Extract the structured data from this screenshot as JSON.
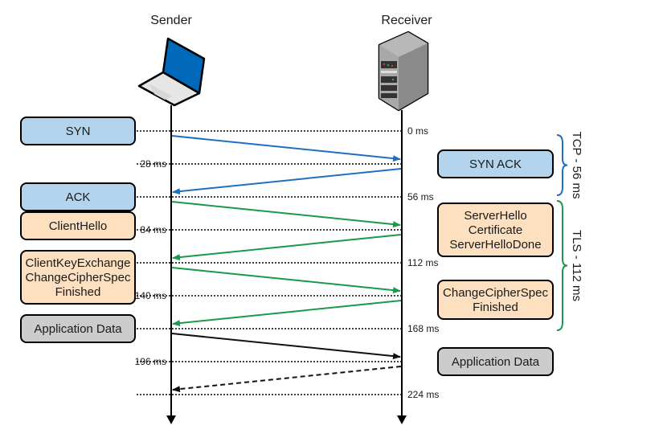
{
  "participants": {
    "sender": {
      "label": "Sender",
      "icon": "laptop-icon"
    },
    "receiver": {
      "label": "Receiver",
      "icon": "server-icon"
    }
  },
  "colors": {
    "tcp": "#1f6fc0",
    "tls": "#1a9a4a",
    "app": "#111111",
    "tcp_box": "#b3d4ec",
    "tls_box": "#fce0bf",
    "app_box": "#cccccc",
    "laptop_screen": "#0068b8"
  },
  "timeline": {
    "unit": "ms",
    "ticks": [
      {
        "value": 0,
        "label": "0 ms",
        "side": "right"
      },
      {
        "value": 28,
        "label": "28 ms",
        "side": "left"
      },
      {
        "value": 56,
        "label": "56 ms",
        "side": "right"
      },
      {
        "value": 84,
        "label": "84 ms",
        "side": "left"
      },
      {
        "value": 112,
        "label": "112 ms",
        "side": "right"
      },
      {
        "value": 140,
        "label": "140 ms",
        "side": "left"
      },
      {
        "value": 168,
        "label": "168 ms",
        "side": "right"
      },
      {
        "value": 196,
        "label": "196 ms",
        "side": "left"
      },
      {
        "value": 224,
        "label": "224 ms",
        "side": "right"
      }
    ]
  },
  "messages": [
    {
      "from": "sender",
      "to": "receiver",
      "start": 0,
      "end": 28,
      "phase": "tcp",
      "dashed": false
    },
    {
      "from": "receiver",
      "to": "sender",
      "start": 28,
      "end": 56,
      "phase": "tcp",
      "dashed": false
    },
    {
      "from": "sender",
      "to": "receiver",
      "start": 56,
      "end": 84,
      "phase": "tls",
      "dashed": false
    },
    {
      "from": "receiver",
      "to": "sender",
      "start": 84,
      "end": 112,
      "phase": "tls",
      "dashed": false
    },
    {
      "from": "sender",
      "to": "receiver",
      "start": 112,
      "end": 140,
      "phase": "tls",
      "dashed": false
    },
    {
      "from": "receiver",
      "to": "sender",
      "start": 140,
      "end": 168,
      "phase": "tls",
      "dashed": false
    },
    {
      "from": "sender",
      "to": "receiver",
      "start": 168,
      "end": 196,
      "phase": "app",
      "dashed": false
    },
    {
      "from": "receiver",
      "to": "sender",
      "start": 196,
      "end": 224,
      "phase": "app",
      "dashed": true
    }
  ],
  "boxes": [
    {
      "side": "sender",
      "at": 0,
      "lines": [
        "SYN"
      ],
      "phase": "tcp"
    },
    {
      "side": "sender",
      "at": 56,
      "lines": [
        "ACK"
      ],
      "phase": "tcp"
    },
    {
      "side": "sender",
      "at": 56,
      "lines": [
        "ClientHello"
      ],
      "phase": "tls",
      "stacked": true
    },
    {
      "side": "sender",
      "at": 112,
      "lines": [
        "ClientKeyExchange",
        "ChangeCipherSpec",
        "Finished"
      ],
      "phase": "tls"
    },
    {
      "side": "sender",
      "at": 168,
      "lines": [
        "Application Data"
      ],
      "phase": "app"
    },
    {
      "side": "receiver",
      "at": 28,
      "lines": [
        "SYN ACK"
      ],
      "phase": "tcp"
    },
    {
      "side": "receiver",
      "at": 84,
      "lines": [
        "ServerHello",
        "Certificate",
        "ServerHelloDone"
      ],
      "phase": "tls"
    },
    {
      "side": "receiver",
      "at": 140,
      "lines": [
        "ChangeCipherSpec",
        "Finished"
      ],
      "phase": "tls"
    },
    {
      "side": "receiver",
      "at": 196,
      "lines": [
        "Application Data"
      ],
      "phase": "app"
    }
  ],
  "braces": [
    {
      "label": "TCP - 56 ms",
      "from": 0,
      "to": 56,
      "phase": "tcp"
    },
    {
      "label": "TLS - 112 ms",
      "from": 56,
      "to": 168,
      "phase": "tls"
    }
  ]
}
